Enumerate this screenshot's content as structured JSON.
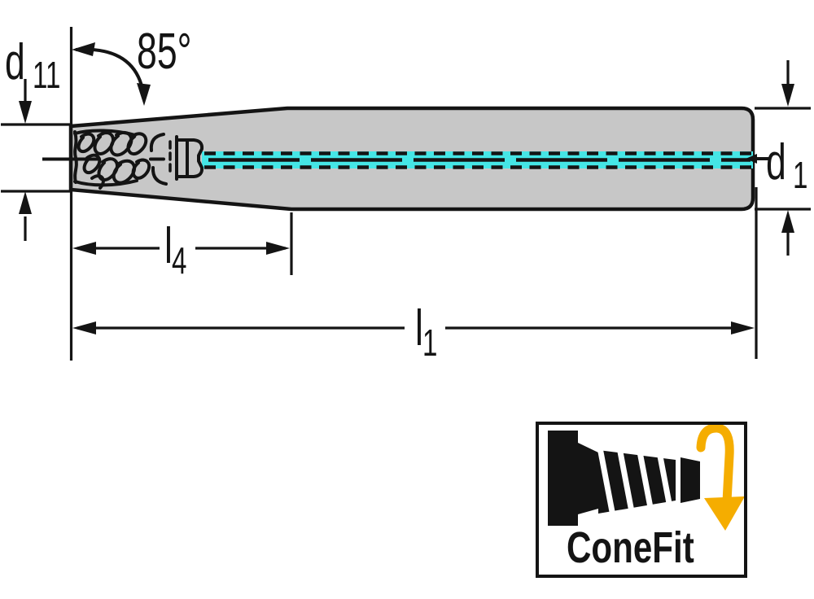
{
  "drawing": {
    "type": "technical-dimension-drawing",
    "subject": "milling cutter with exchangeable ConeFit head, through-coolant channel highlighted",
    "labels": {
      "angle": "85°",
      "d11_base": "d",
      "d11_sub": "11",
      "d1_base": "d",
      "d1_sub": "1",
      "l4_base": "l",
      "l4_sub": "4",
      "l1_base": "l",
      "l1_sub": "1"
    },
    "colors": {
      "outline": "#141414",
      "body_fill": "#c7c7c7",
      "coolant": "#45e6e6",
      "accent": "#f5ad00"
    },
    "icons": [
      "thread-scribble-icon",
      "coolant-centerline-icon"
    ]
  },
  "badge": {
    "label": "ConeFit",
    "icons": [
      "conefit-adapter-icon",
      "exchange-arrow-icon"
    ]
  }
}
